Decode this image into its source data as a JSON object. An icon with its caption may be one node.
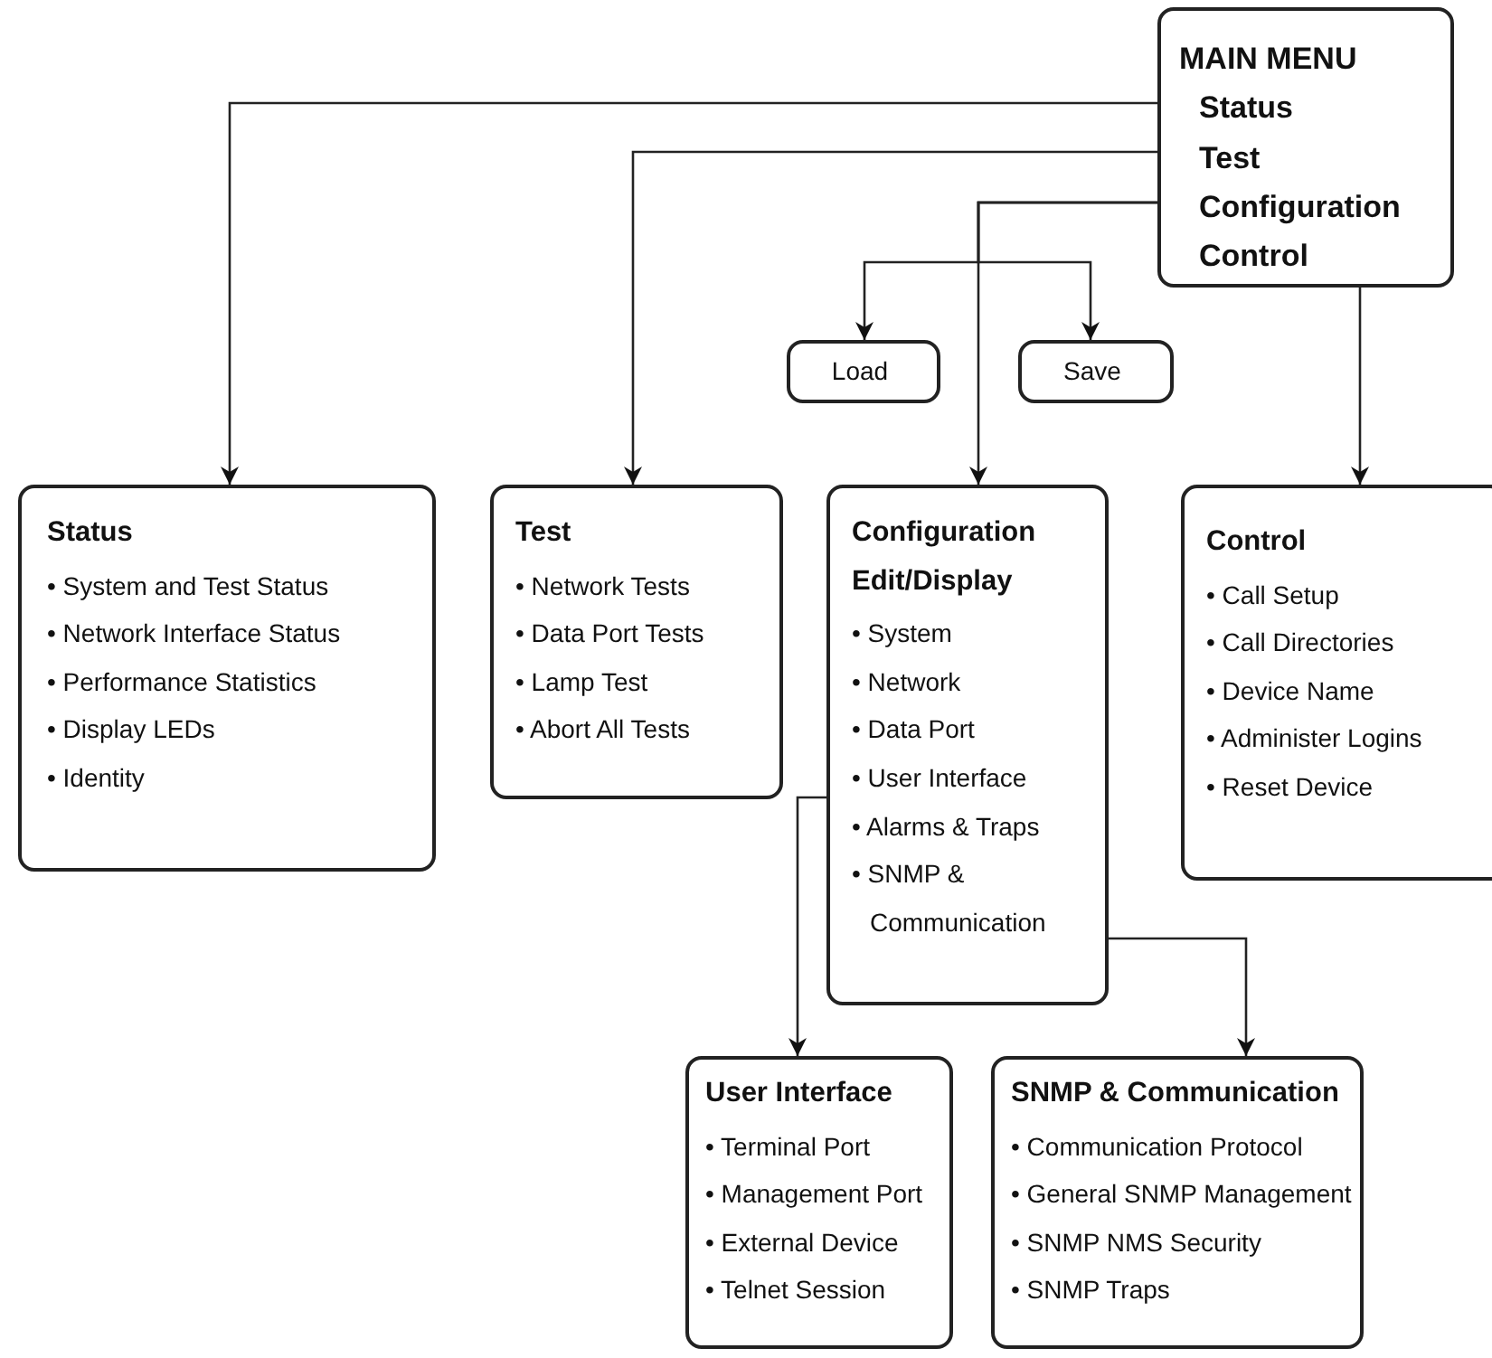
{
  "diagram": {
    "nodes": [
      {
        "text": [
          "MAIN MENU",
          "Status",
          "Test",
          "Configuration",
          "Control"
        ]
      },
      {
        "text": [
          "Load"
        ]
      },
      {
        "text": [
          "Save"
        ]
      },
      {
        "text": [
          "Status",
          "• System and Test Status",
          "• Network Interface Status",
          "• Performance Statistics",
          "• Display LEDs",
          "• Identity"
        ]
      },
      {
        "text": [
          "Test",
          "• Network Tests",
          "• Data Port Tests",
          "• Lamp Test",
          "• Abort All Tests"
        ]
      },
      {
        "text": [
          "Configuration Edit/Display",
          "• System",
          "• Network",
          "• Data Port",
          "• User Interface",
          "• Alarms & Traps",
          "• SNMP & Communication"
        ]
      },
      {
        "text": [
          "Control",
          "• Call Setup",
          "• Call Directories",
          "• Device Name",
          "• Administer Logins",
          "• Reset Device"
        ]
      },
      {
        "text": [
          "User Interface",
          "• Terminal Port",
          "• Management Port",
          "• External Device",
          "• Telnet Session"
        ]
      },
      {
        "text": [
          "SNMP & Communication",
          "• Communication Protocol",
          "• General SNMP Management",
          "• SNMP NMS Security",
          "• SNMP Traps"
        ]
      }
    ],
    "edges": [
      {
        "from": 0,
        "to": 3,
        "arrow": "to"
      },
      {
        "from": 0,
        "to": 4,
        "arrow": "to"
      },
      {
        "from": 0,
        "to": 5,
        "arrow": "to"
      },
      {
        "from": 0,
        "to": 1,
        "arrow": "to"
      },
      {
        "from": 0,
        "to": 2,
        "arrow": "to"
      },
      {
        "from": 0,
        "to": 6,
        "arrow": "to"
      },
      {
        "from": 5,
        "to": 7,
        "arrow": "to"
      },
      {
        "from": 5,
        "to": 8,
        "arrow": "to"
      }
    ]
  }
}
